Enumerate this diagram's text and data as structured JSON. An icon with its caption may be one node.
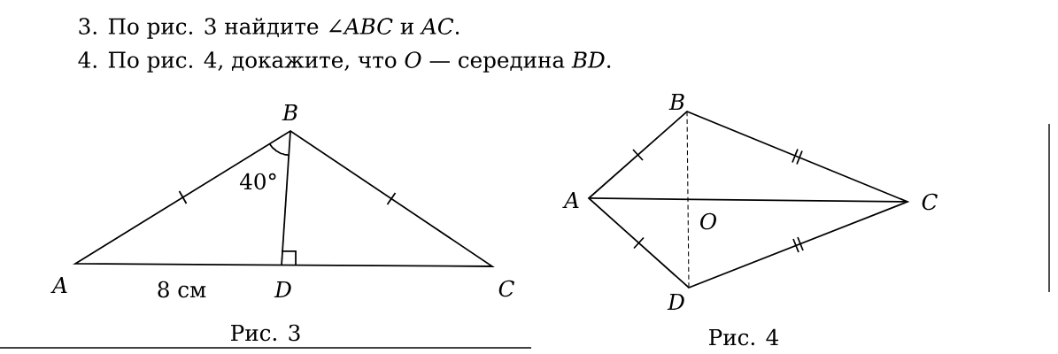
{
  "diagram": {
    "labels": [
      "3. По рис. 3 найдите ∠*ABC* и *AC*.",
      "4. По рис. 4, докажите, что *O* — середина *BD*.",
      "B",
      "40°",
      "A",
      "8 см",
      "D",
      "C",
      "Рис. 3",
      "B",
      "A",
      "O",
      "C",
      "D",
      "Рис. 4"
    ]
  }
}
